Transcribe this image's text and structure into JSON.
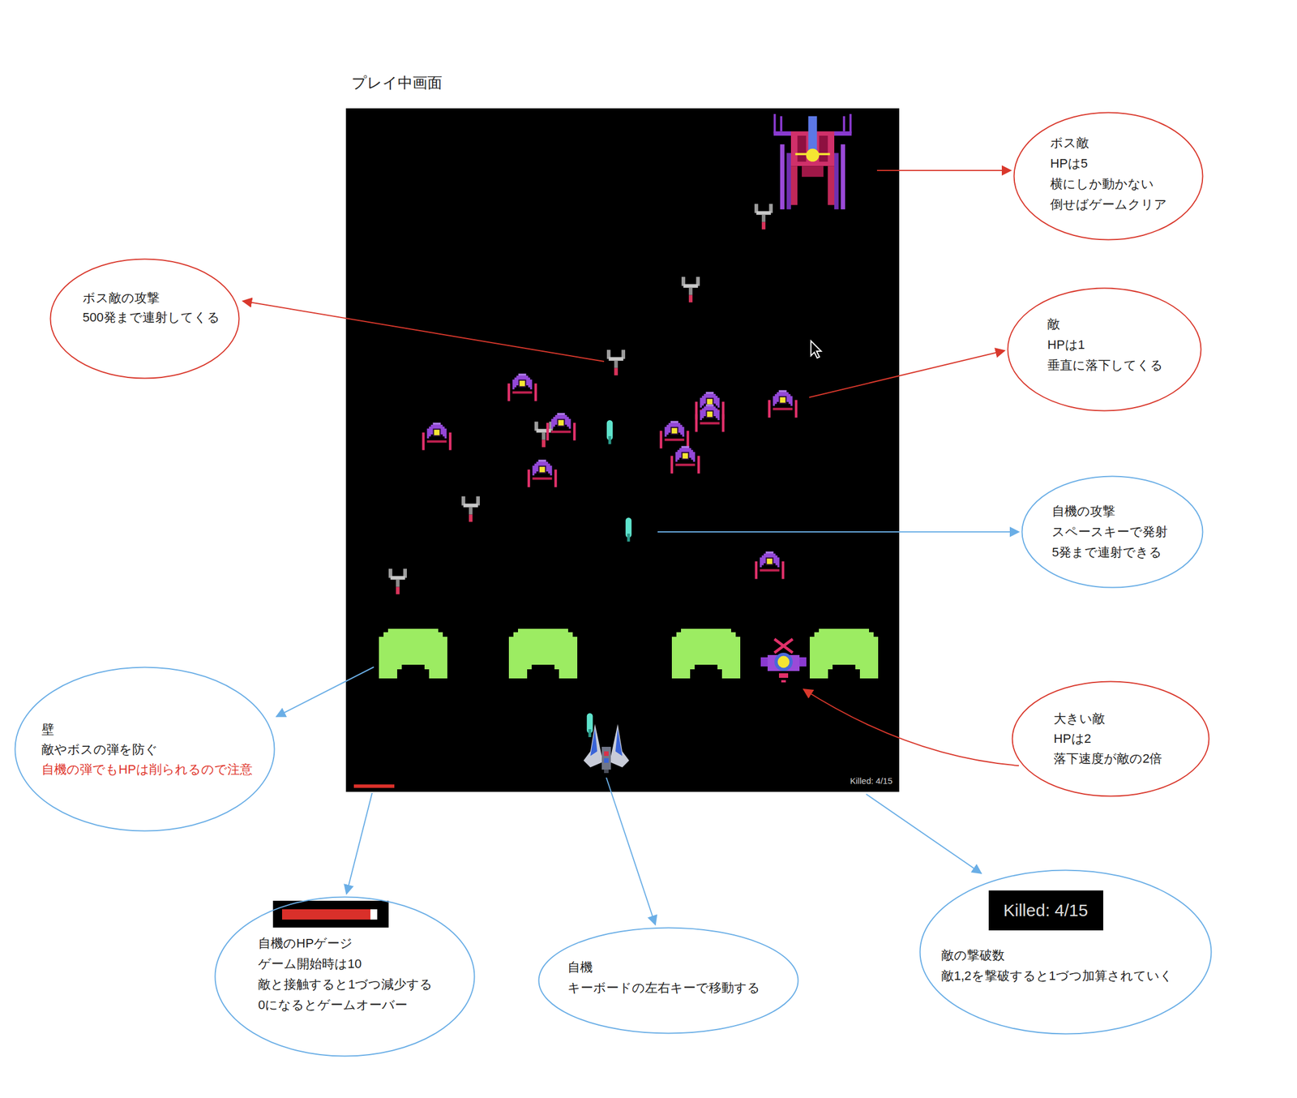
{
  "diagram": {
    "title": "プレイ中画面",
    "nodes": [
      {
        "text": [
          "ボス敵",
          "HPは5",
          "横にしか動かない",
          "倒せばゲームクリア"
        ]
      },
      {
        "text": [
          "ボス敵の攻撃",
          "500発まで連射してくる"
        ]
      },
      {
        "text": [
          "敵",
          "HPは1",
          "垂直に落下してくる"
        ]
      },
      {
        "text": [
          "自機の攻撃",
          "スペースキーで発射",
          "5発まで連射できる"
        ]
      },
      {
        "text": [
          "壁",
          "敵やボスの弾を防ぐ",
          "自機の弾でもHPは削られるので注意"
        ]
      },
      {
        "text": [
          "大きい敵",
          "HPは2",
          "落下速度が敵の2倍"
        ]
      },
      {
        "text": [
          "自機のHPゲージ",
          "ゲーム開始時は10",
          "敵と接触すると1づつ減少する",
          "0になるとゲームオーバー"
        ]
      },
      {
        "text": [
          "自機",
          "キーボードの左右キーで移動する"
        ]
      },
      {
        "text": [
          "Killed: 4/15",
          "敵の撃破数",
          "敵1,2を撃破すると1づつ加算されていく"
        ]
      }
    ],
    "labels": [
      "Killed: 4/15"
    ]
  }
}
